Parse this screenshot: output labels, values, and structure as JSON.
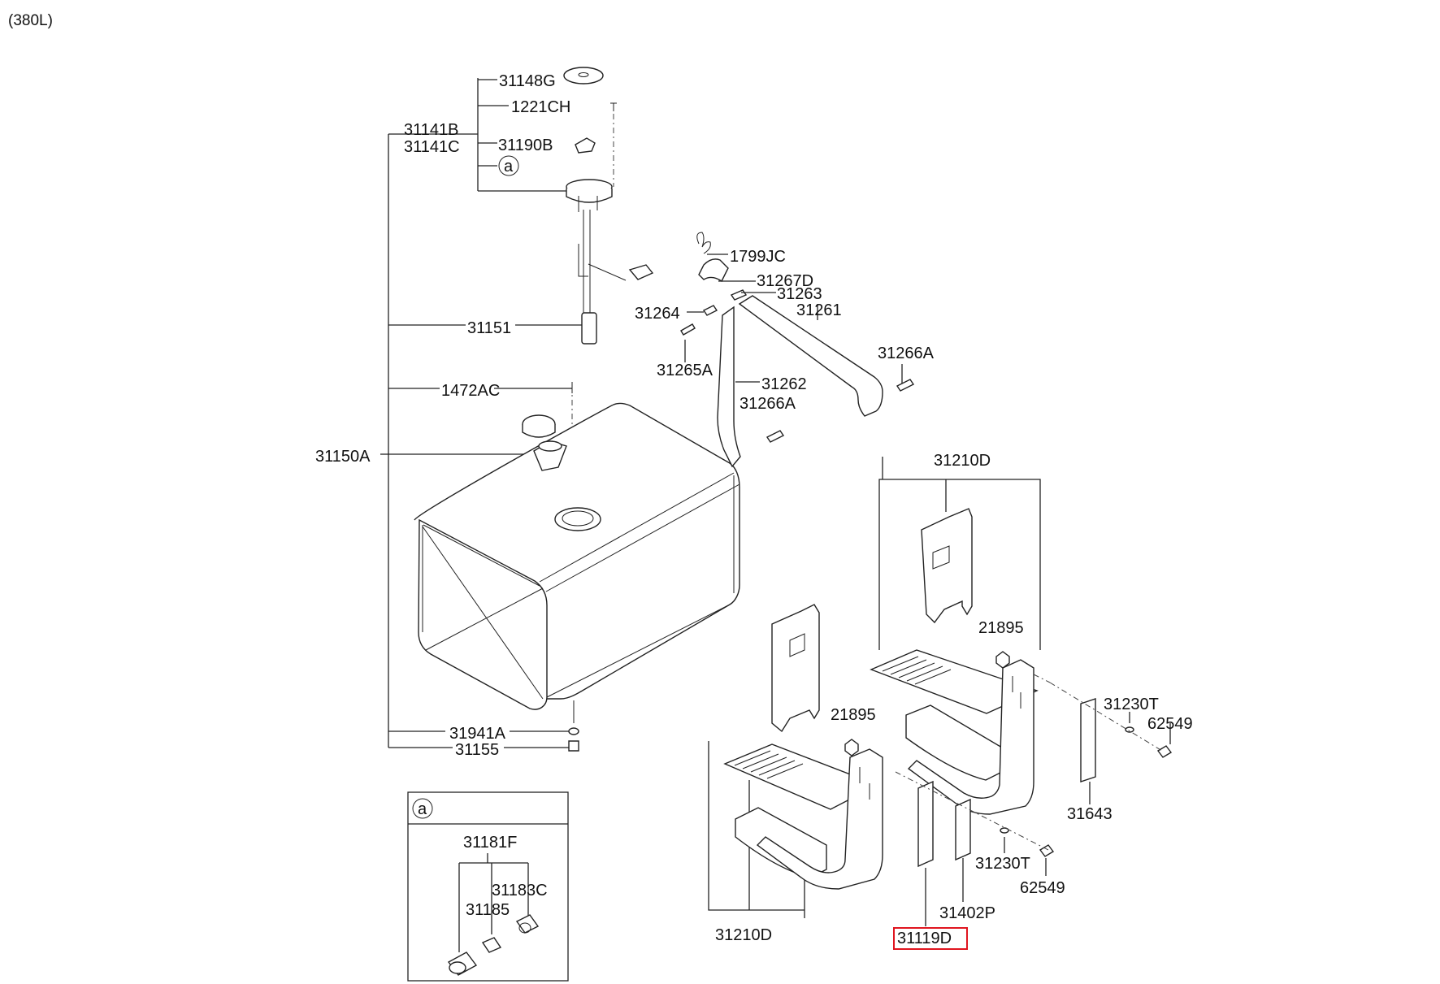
{
  "header": {
    "variant": "(380L)"
  },
  "labels": {
    "p31148G": "31148G",
    "p1221CH": "1221CH",
    "p31141B": "31141B",
    "p31141C": "31141C",
    "p31190B": "31190B",
    "ref_a": "a",
    "p1799JC": "1799JC",
    "p31267D": "31267D",
    "p31263": "31263",
    "p31264": "31264",
    "p31261": "31261",
    "p31151": "31151",
    "p31265A": "31265A",
    "p31266A_1": "31266A",
    "p31262": "31262",
    "p31266A_2": "31266A",
    "p1472AC": "1472AC",
    "p31150A": "31150A",
    "p31210D_top": "31210D",
    "p21895_1": "21895",
    "p31230T_1": "31230T",
    "p62549_1": "62549",
    "p21895_2": "21895",
    "p31941A": "31941A",
    "p31155": "31155",
    "p31643": "31643",
    "p31230T_2": "31230T",
    "p62549_2": "62549",
    "p31402P": "31402P",
    "p31210D_bottom": "31210D",
    "p31119D": "31119D"
  },
  "inset": {
    "ref": "a",
    "p31181F": "31181F",
    "p31183C": "31183C",
    "p31185": "31185"
  },
  "colors": {
    "highlight": "#e0151f",
    "line": "#222222"
  }
}
